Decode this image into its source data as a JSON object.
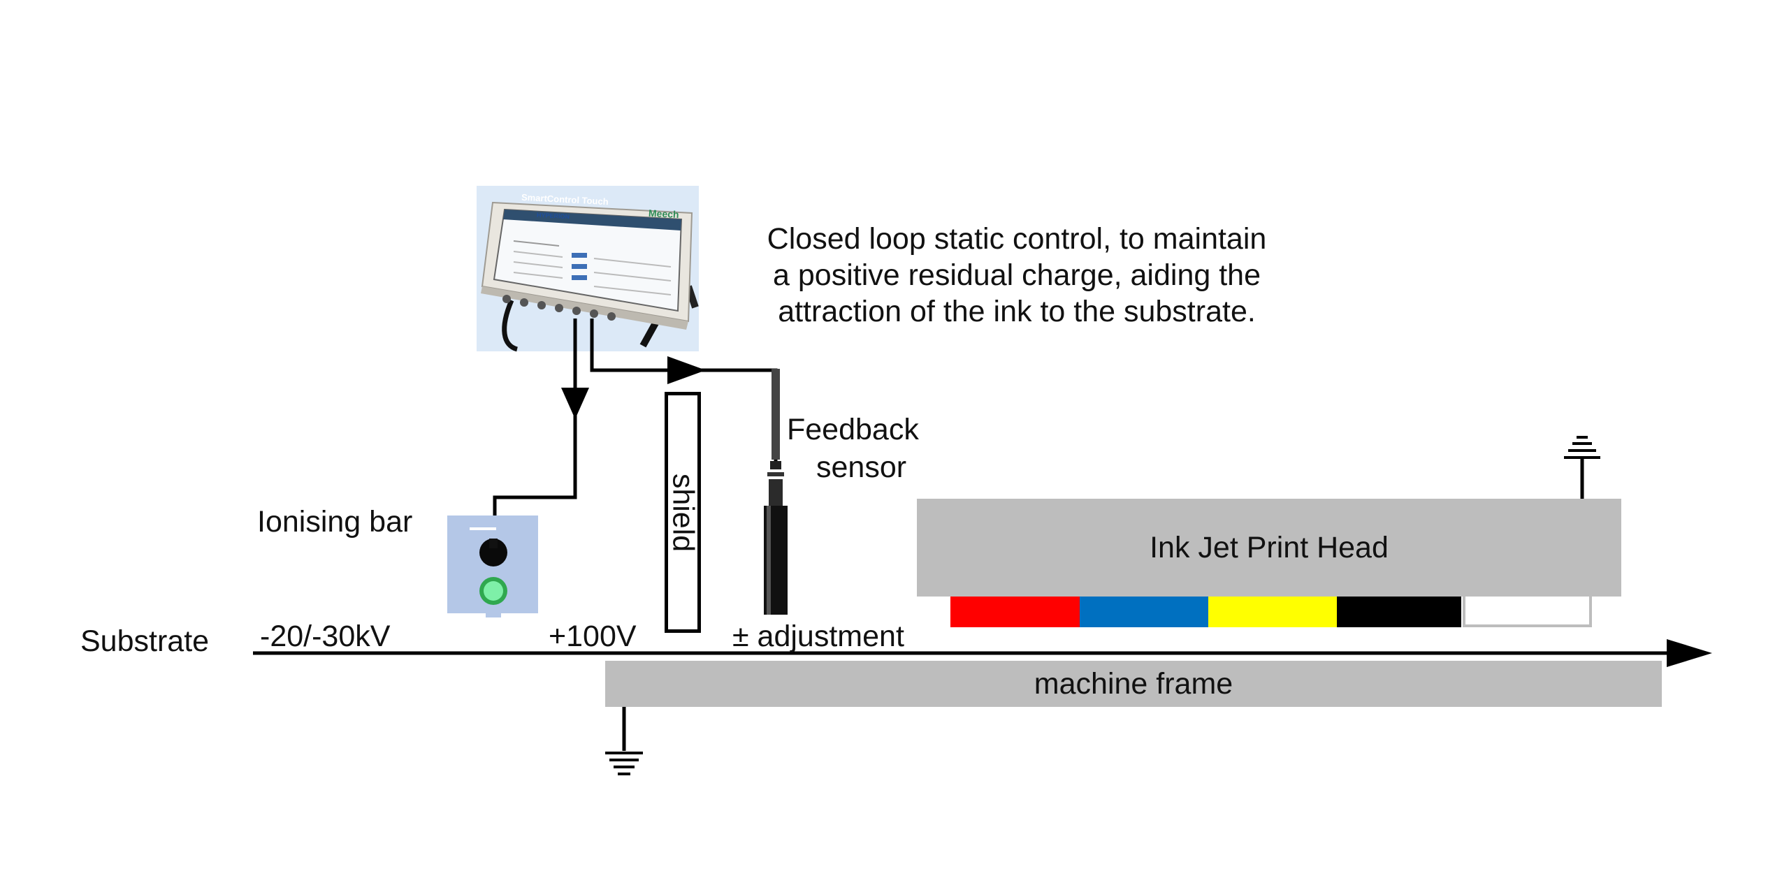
{
  "caption_lines": [
    "Closed loop static control, to maintain",
    "a positive residual charge, aiding the",
    "attraction of the ink to the substrate."
  ],
  "labels": {
    "feedback_sensor_line1": "Feedback",
    "feedback_sensor_line2": "sensor",
    "ionising_bar": "Ionising bar",
    "substrate": "Substrate",
    "neg_voltage": "-20/-30kV",
    "pos_voltage": "+100V",
    "adjustment": "± adjustment",
    "shield": "shield",
    "print_head": "Ink Jet Print Head",
    "machine_frame": "machine frame"
  },
  "controller": {
    "title": "SmartControl Touch",
    "brand": "Meech",
    "product": "HYPERION"
  },
  "ink_colors": [
    "#ff0000",
    "#0070c0",
    "#ffff00",
    "#000000",
    "#ffffff"
  ],
  "colors": {
    "frame_gray": "#bdbdbd",
    "ionising_bar_body": "#b4c7e7",
    "indicator_green": "#3cd070"
  }
}
